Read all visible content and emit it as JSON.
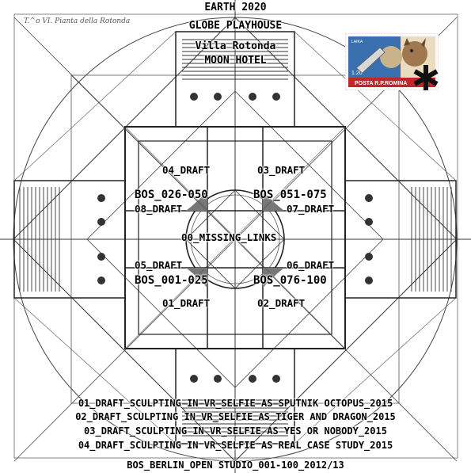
{
  "header": {
    "line1": "EARTH 2020",
    "line2": "GLOBE PLAYHOUSE",
    "line3": "Villa Rotonda",
    "line4": "MOON HOTEL"
  },
  "plan_caption": "T.^o VI. Pianta della Rotonda",
  "drafts": {
    "d04": "04_DRAFT",
    "d03": "03_DRAFT",
    "bos_026_050": "BOS_026-050",
    "bos_051_075": "BOS_051-075",
    "d08": "08_DRAFT",
    "d07": "07_DRAFT",
    "missing": "00_MISSING_LINKS",
    "d05": "05_DRAFT",
    "d06": "06_DRAFT",
    "bos_001_025": "BOS_001-025",
    "bos_076_100": "BOS_076-100",
    "d01": "01_DRAFT",
    "d02": "02_DRAFT"
  },
  "credits": [
    "01_DRAFT_SCULPTING IN VR_SELFIE AS SPUTNIK OCTOPUS_2015",
    "02_DRAFT_SCULPTING IN VR_SELFIE AS TIGER AND DRAGON_2015",
    "03_DRAFT_SCULPTING IN VR_SELFIE AS YES OR NOBODY_2015",
    "04_DRAFT_SCULPTING IN VR_SELFIE AS REAL CASE STUDY_2015"
  ],
  "footer": "BOS_BERLIN_OPEN STUDIO_001-100_2012/13",
  "stamp": {
    "top_text": "LAIKA",
    "value": "1.20",
    "bottom_text": "POSTA R.P.ROMINA"
  },
  "colors": {
    "ink": "#333333",
    "stamp_blue": "#3a6fb0",
    "stamp_red": "#c0262b",
    "stamp_paper": "#e9dcc0"
  }
}
